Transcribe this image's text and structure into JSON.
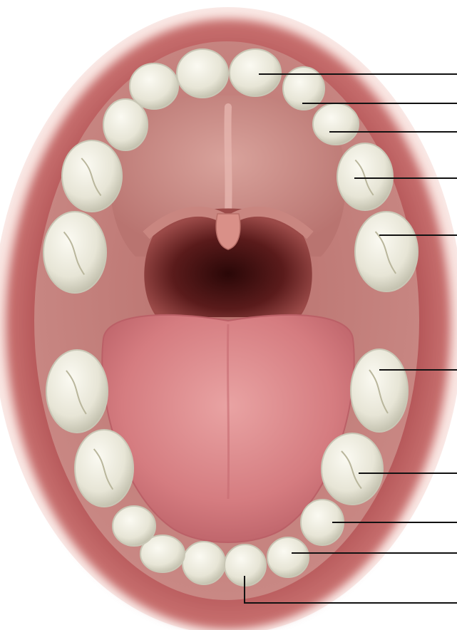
{
  "figure": {
    "colors": {
      "background": "#ffffff",
      "face_skin": "#f3d0c8",
      "lips": "#b85a5a",
      "gums": "#c77a76",
      "palate": "#c98a84",
      "throat": "#4b1414",
      "uvula": "#d68c86",
      "tongue": "#d77f82",
      "tooth": "#ecebe0",
      "tooth_shade": "#c9c7b6",
      "leader_line": "#111111"
    },
    "upper_arch": {
      "teeth": [
        {
          "name": "central-incisor",
          "side": "right"
        },
        {
          "name": "central-incisor",
          "side": "left"
        },
        {
          "name": "lateral-incisor",
          "side": "right"
        },
        {
          "name": "lateral-incisor",
          "side": "left"
        },
        {
          "name": "canine",
          "side": "right"
        },
        {
          "name": "canine",
          "side": "left"
        },
        {
          "name": "first-premolar",
          "side": "right"
        },
        {
          "name": "first-premolar",
          "side": "left"
        },
        {
          "name": "first-molar",
          "side": "right"
        },
        {
          "name": "first-molar",
          "side": "left"
        }
      ]
    },
    "lower_arch": {
      "teeth": [
        {
          "name": "central-incisor",
          "side": "right"
        },
        {
          "name": "central-incisor",
          "side": "left"
        },
        {
          "name": "lateral-incisor",
          "side": "right"
        },
        {
          "name": "lateral-incisor",
          "side": "left"
        },
        {
          "name": "canine",
          "side": "right"
        },
        {
          "name": "canine",
          "side": "left"
        },
        {
          "name": "first-molar",
          "side": "right"
        },
        {
          "name": "first-molar",
          "side": "left"
        },
        {
          "name": "second-molar",
          "side": "right"
        },
        {
          "name": "second-molar",
          "side": "left"
        }
      ]
    },
    "callouts": [
      {
        "name": "upper-central-incisor-callout",
        "label": ""
      },
      {
        "name": "upper-lateral-incisor-callout",
        "label": ""
      },
      {
        "name": "upper-canine-callout",
        "label": ""
      },
      {
        "name": "upper-first-premolar-callout",
        "label": ""
      },
      {
        "name": "upper-first-molar-callout",
        "label": ""
      },
      {
        "name": "lower-second-molar-callout",
        "label": ""
      },
      {
        "name": "lower-first-molar-callout",
        "label": ""
      },
      {
        "name": "lower-canine-callout",
        "label": ""
      },
      {
        "name": "lower-lateral-incisor-callout",
        "label": ""
      },
      {
        "name": "lower-central-incisor-callout",
        "label": ""
      }
    ]
  }
}
